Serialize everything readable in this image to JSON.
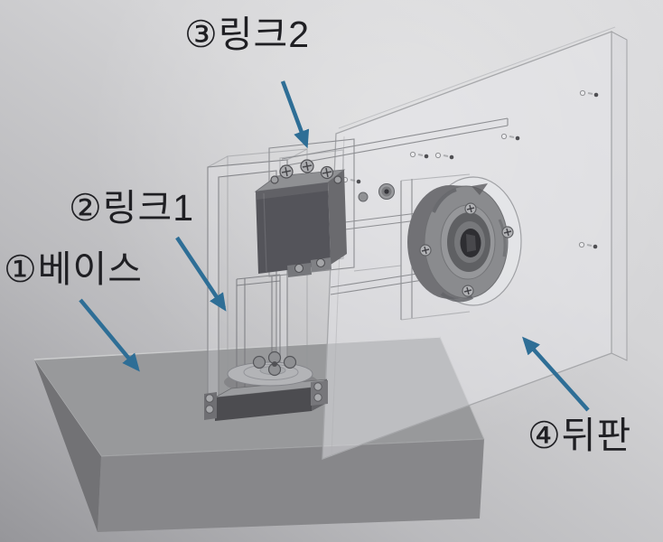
{
  "figure": {
    "type": "cad-assembly-callout-diagram",
    "callouts": [
      {
        "part": "link2",
        "label": "③링크2"
      },
      {
        "part": "link1",
        "label": "②링크1"
      },
      {
        "part": "base",
        "label": "①베이스"
      },
      {
        "part": "back_plate",
        "label": "④뒤판"
      }
    ]
  },
  "colors": {
    "arrow": "#2e6e96",
    "label_text": "#1f1f23",
    "background_light": "#dcdcde",
    "background_dark": "#96969a",
    "base_top": "#98999b",
    "base_front": "#87878a",
    "base_side": "#727275",
    "servo_body": "#54545a",
    "flange_face": "#8a8b8e"
  }
}
